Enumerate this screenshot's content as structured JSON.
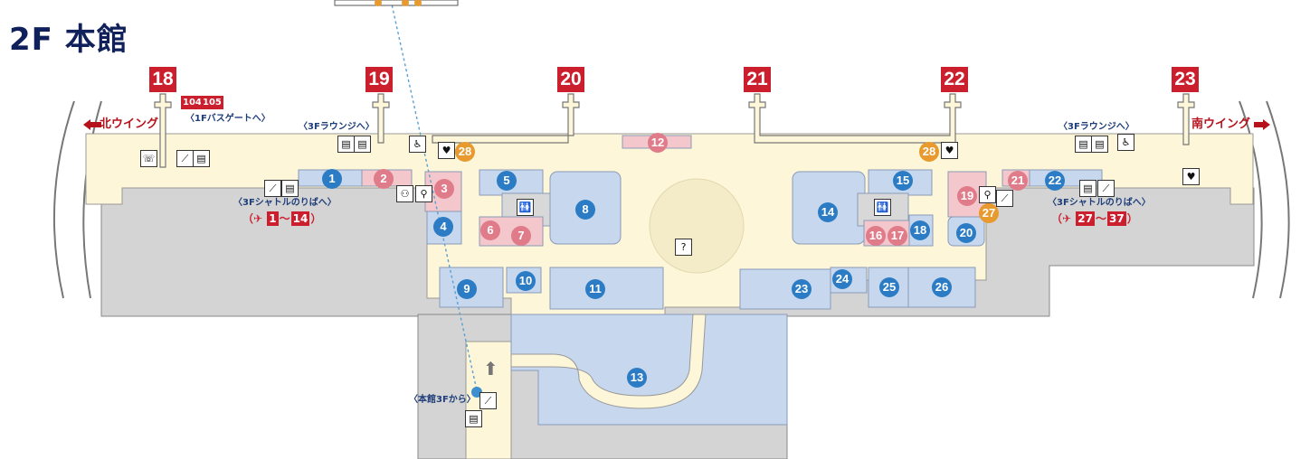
{
  "floor": {
    "title": "2F 本館"
  },
  "gates": [
    {
      "id": "gate-18",
      "label": "18"
    },
    {
      "id": "gate-19",
      "label": "19"
    },
    {
      "id": "gate-20",
      "label": "20"
    },
    {
      "id": "gate-21",
      "label": "21"
    },
    {
      "id": "gate-22",
      "label": "22"
    },
    {
      "id": "gate-23",
      "label": "23"
    }
  ],
  "wings": {
    "north": "北ウイング",
    "south": "南ウイング"
  },
  "bus_gates": {
    "label_a": "104",
    "label_b": "105",
    "note": "〈1Fバスゲートへ〉"
  },
  "notes": {
    "lounge_left": "〈3Fラウンジへ〉",
    "lounge_right": "〈3Fラウンジへ〉",
    "shuttle_left": "〈3Fシャトルのりばへ〉",
    "shuttle_right": "〈3Fシャトルのりばへ〉",
    "from_main": "〈本館3Fから〉"
  },
  "shuttle_ranges": {
    "left": {
      "open": "（",
      "from": "1",
      "sep": "～",
      "to": "14",
      "close": "）"
    },
    "right": {
      "open": "（",
      "from": "27",
      "sep": "～",
      "to": "37",
      "close": "）"
    }
  },
  "pins": [
    {
      "n": "1",
      "kind": "blue"
    },
    {
      "n": "2",
      "kind": "pink"
    },
    {
      "n": "3",
      "kind": "pink"
    },
    {
      "n": "4",
      "kind": "blue"
    },
    {
      "n": "5",
      "kind": "blue"
    },
    {
      "n": "6",
      "kind": "pink"
    },
    {
      "n": "7",
      "kind": "pink"
    },
    {
      "n": "8",
      "kind": "blue"
    },
    {
      "n": "9",
      "kind": "blue"
    },
    {
      "n": "10",
      "kind": "blue"
    },
    {
      "n": "11",
      "kind": "blue"
    },
    {
      "n": "12",
      "kind": "pink"
    },
    {
      "n": "13",
      "kind": "blue"
    },
    {
      "n": "14",
      "kind": "blue"
    },
    {
      "n": "15",
      "kind": "blue"
    },
    {
      "n": "16",
      "kind": "pink"
    },
    {
      "n": "17",
      "kind": "pink"
    },
    {
      "n": "18",
      "kind": "blue"
    },
    {
      "n": "19",
      "kind": "pink"
    },
    {
      "n": "20",
      "kind": "blue"
    },
    {
      "n": "21",
      "kind": "pink"
    },
    {
      "n": "22",
      "kind": "blue"
    },
    {
      "n": "23",
      "kind": "blue"
    },
    {
      "n": "24",
      "kind": "blue"
    },
    {
      "n": "25",
      "kind": "blue"
    },
    {
      "n": "26",
      "kind": "blue"
    },
    {
      "n": "27",
      "kind": "orange"
    },
    {
      "n": "28",
      "kind": "orange"
    },
    {
      "n": "28",
      "kind": "orange"
    }
  ],
  "icons": [
    {
      "id": "phone-icon",
      "glyph": "☏"
    },
    {
      "id": "escalator-icon",
      "glyph": "⟋"
    },
    {
      "id": "elevator-icon",
      "glyph": "▤"
    },
    {
      "id": "restroom-icon",
      "glyph": "🚻"
    },
    {
      "id": "aed-icon",
      "glyph": "♥"
    },
    {
      "id": "baby-care-icon",
      "glyph": "⚇"
    },
    {
      "id": "nursing-icon",
      "glyph": "⚲"
    },
    {
      "id": "wheelchair-icon",
      "glyph": "♿"
    },
    {
      "id": "info-icon",
      "glyph": "?"
    },
    {
      "id": "airplane-icon",
      "glyph": "✈"
    },
    {
      "id": "up-arrow-icon",
      "glyph": "⬆"
    }
  ],
  "colors": {
    "gate_red": "#cc1f2e",
    "shop_blue": "#2b7cc4",
    "dining_pink": "#e07b8a",
    "service_orange": "#e89a2e",
    "concourse": "#fdf6d8",
    "shop_area": "#c7d8ee",
    "dining_area": "#f3c7cc",
    "building_gray": "#d4d4d4",
    "title_navy": "#10205a"
  }
}
